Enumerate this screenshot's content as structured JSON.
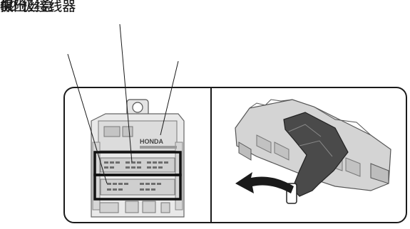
{
  "labels": {
    "connector_52": "52 极接线器",
    "connector_40": "40 极接线器",
    "fuse_box": "保险丝盒",
    "pull_out": "拔出"
  },
  "logo": {
    "brand_text": "HONDA"
  },
  "colors": {
    "line": "#1a1a1a",
    "body_gray": "#c9c9c9",
    "body_light": "#e4e4e4",
    "body_dark": "#6e6e6e",
    "background": "#ffffff"
  }
}
